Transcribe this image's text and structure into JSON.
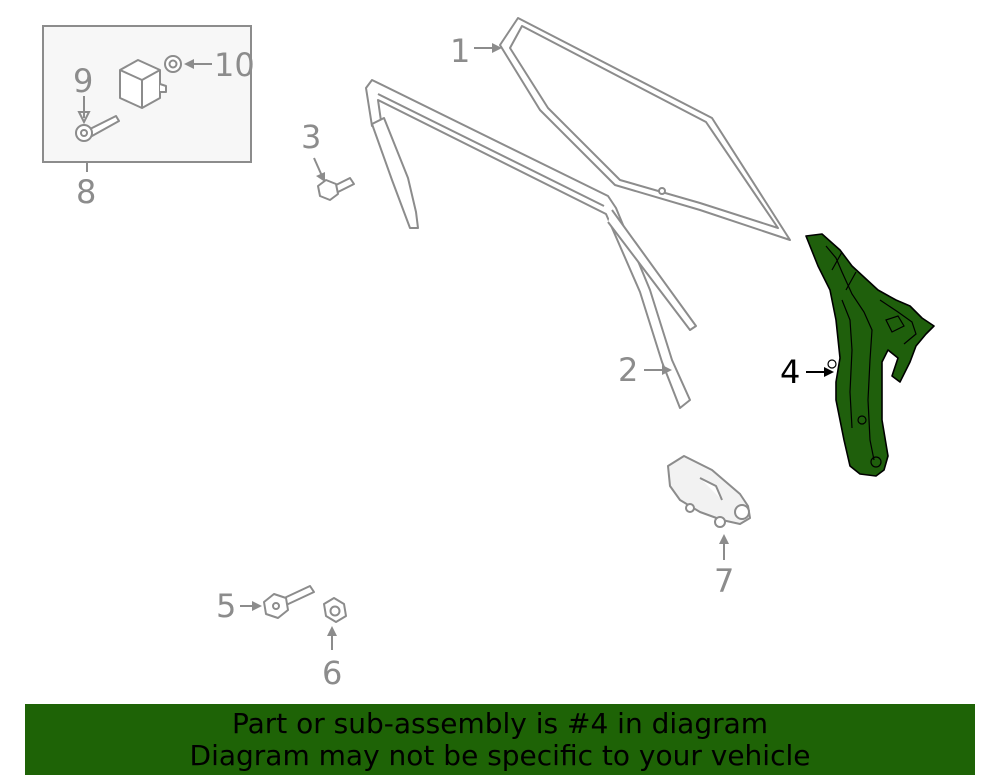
{
  "callouts": {
    "c1": "1",
    "c2": "2",
    "c3": "3",
    "c4": "4",
    "c5": "5",
    "c6": "6",
    "c7": "7",
    "c8": "8",
    "c9": "9",
    "c10": "10"
  },
  "highlighted_part": "4",
  "colors": {
    "highlight_fill": "#1f5f0c",
    "banner_bg": "#1e6306",
    "line_gray": "#8c8c8c"
  },
  "banner": {
    "line1": "Part or sub-assembly is #4 in diagram",
    "line2": "Diagram may not be specific to your vehicle"
  }
}
